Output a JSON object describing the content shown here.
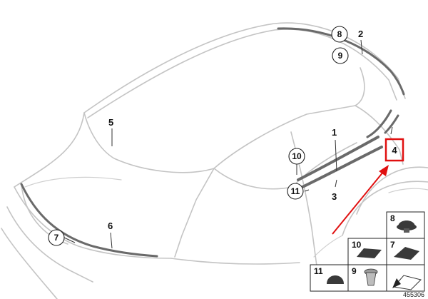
{
  "figure": {
    "reference_number": "455306",
    "part_labels": {
      "p1": "1",
      "p2": "2",
      "p3": "3",
      "p4": "4",
      "p5": "5",
      "p6": "6",
      "p7": "7",
      "p8": "8",
      "p9": "9",
      "p10": "10",
      "p11": "11"
    },
    "legend_labels": {
      "l8": "8",
      "l10": "10",
      "l7": "7",
      "l11": "11",
      "l9": "9"
    },
    "highlight_color": "#e01010",
    "arrow_color": "#e01010"
  }
}
